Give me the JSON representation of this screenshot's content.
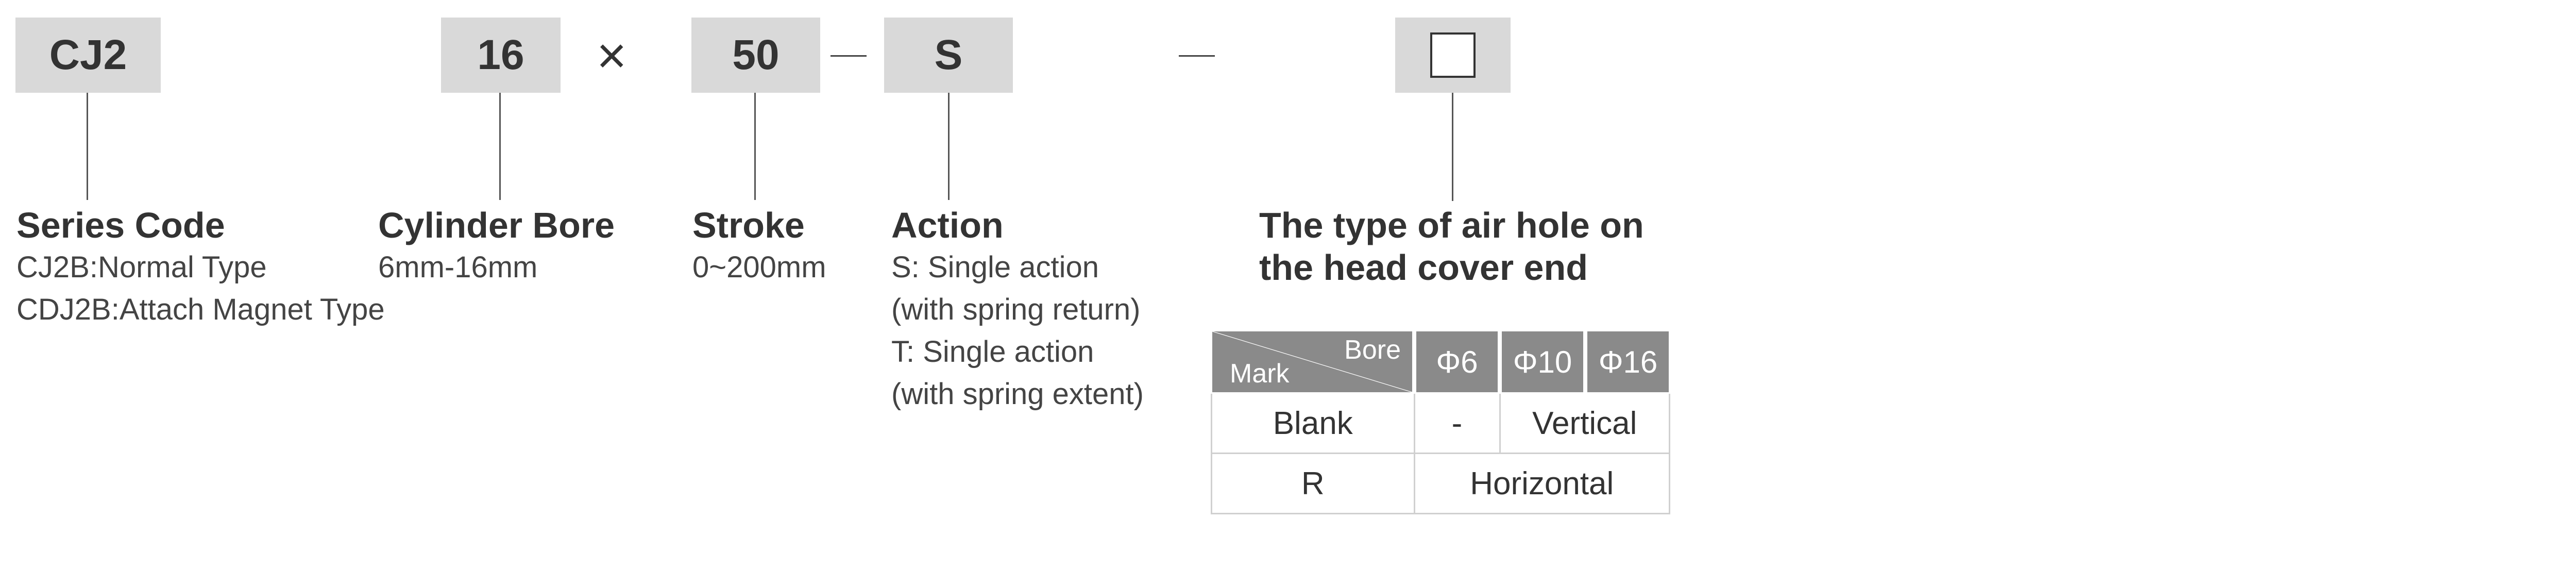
{
  "codes": {
    "series": "CJ2",
    "bore": "16",
    "times": "×",
    "stroke": "50",
    "action": "S"
  },
  "groups": {
    "series": {
      "title": "Series Code",
      "lines": [
        "CJ2B:Normal Type",
        "CDJ2B:Attach Magnet Type"
      ]
    },
    "bore": {
      "title": "Cylinder Bore",
      "lines": [
        "6mm-16mm"
      ]
    },
    "stroke": {
      "title": "Stroke",
      "lines": [
        "0~200mm"
      ]
    },
    "action": {
      "title": "Action",
      "lines": [
        "S: Single action",
        "(with spring return)",
        "T: Single action",
        "(with spring extent)"
      ]
    },
    "air_hole": {
      "title_lines": [
        "The type of air hole on",
        "the head cover end"
      ]
    }
  },
  "table": {
    "corner_bore": "Bore",
    "corner_mark": "Mark",
    "bore_columns": [
      "Φ6",
      "Φ10",
      "Φ16"
    ],
    "rows": [
      {
        "mark": "Blank",
        "c1": "-",
        "c2": "Vertical"
      },
      {
        "mark": "R",
        "c1": "Horizontal"
      }
    ]
  },
  "colors": {
    "code_box_bg": "#d9d9d9",
    "table_header_bg": "#8a8a8a",
    "text": "#333333"
  }
}
